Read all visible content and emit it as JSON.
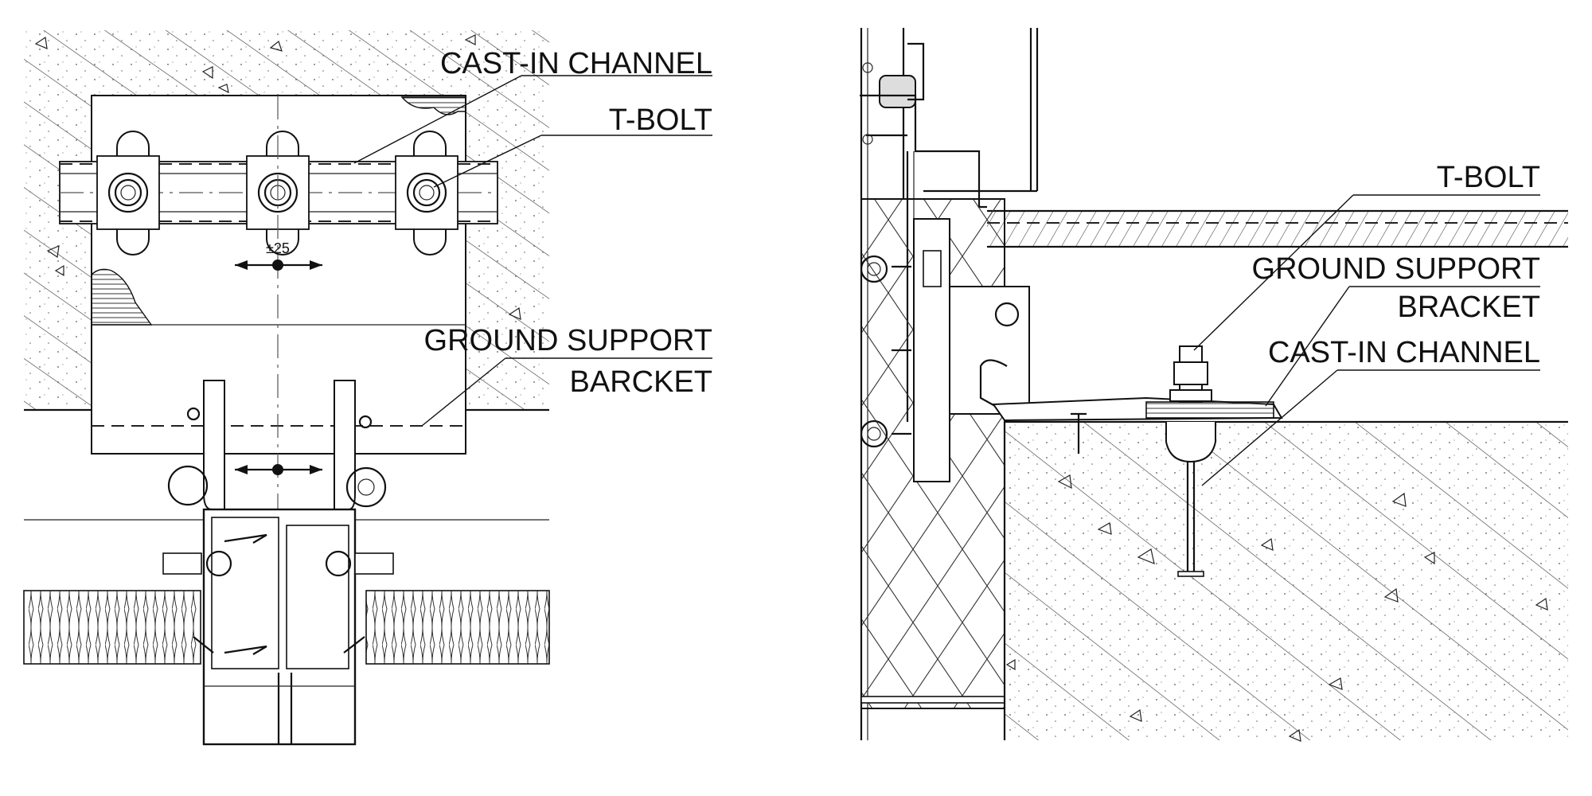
{
  "left_detail": {
    "labels": {
      "cast_in_channel": "CAST-IN CHANNEL",
      "t_bolt": "T-BOLT",
      "ground_support_line1": "GROUND SUPPORT",
      "ground_support_line2": "BARCKET",
      "tolerance": "±25"
    }
  },
  "right_detail": {
    "labels": {
      "t_bolt": "T-BOLT",
      "ground_support_line1": "GROUND SUPPORT",
      "ground_support_line2": "BRACKET",
      "cast_in_channel": "CAST-IN CHANNEL"
    }
  },
  "colors": {
    "line": "#111111",
    "background": "#ffffff",
    "hatch": "#333333"
  }
}
